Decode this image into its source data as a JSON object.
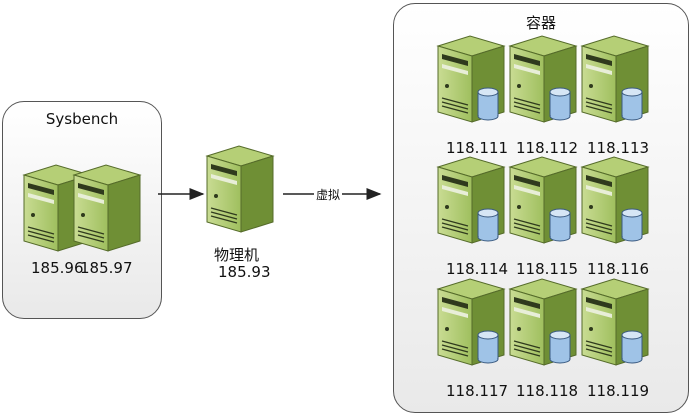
{
  "sysbench": {
    "title": "Sysbench",
    "ips": [
      "185.96",
      "185.97"
    ]
  },
  "physical": {
    "title": "物理机",
    "ip": "185.93"
  },
  "edge_label": "虚拟",
  "containers": {
    "title": "容器",
    "ips": [
      "118.111",
      "118.112",
      "118.113",
      "118.114",
      "118.115",
      "118.116",
      "118.117",
      "118.118",
      "118.119"
    ]
  },
  "colors": {
    "server_green": "#9fbf5e",
    "server_dark": "#6f8f35",
    "db_blue": "#9fc3e7",
    "panel_border": "#555555"
  },
  "icons": [
    "server-icon",
    "database-icon",
    "arrow-icon"
  ]
}
